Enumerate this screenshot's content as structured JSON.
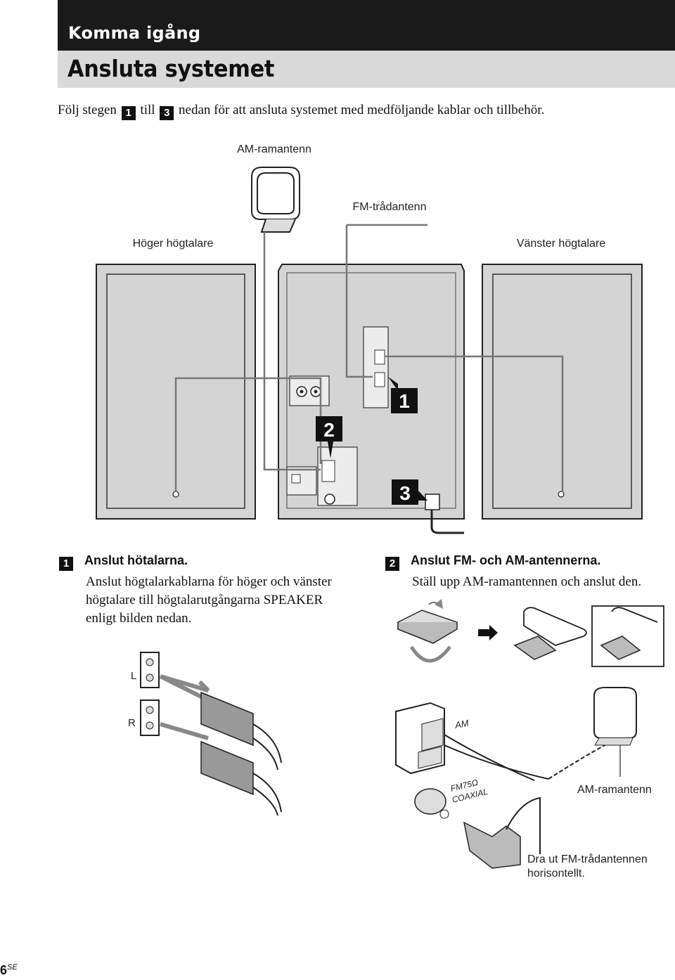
{
  "header": {
    "section": "Komma igång",
    "title": "Ansluta systemet"
  },
  "intro": {
    "before": "Följ stegen",
    "step_from": "1",
    "middle": "till",
    "step_to": "3",
    "after": "nedan för att ansluta systemet med medföljande kablar och tillbehör."
  },
  "diagram": {
    "am_antenna": "AM-ramantenn",
    "fm_antenna": "FM-trådantenn",
    "right_speaker": "Höger högtalare",
    "left_speaker": "Vänster högtalare",
    "callouts": [
      "1",
      "2",
      "3"
    ]
  },
  "step1": {
    "number": "1",
    "heading": "Anslut hötalarna.",
    "body": "Anslut högtalarkablarna för höger och vänster högtalare till högtalarutgångarna SPEAKER enligt bilden nedan.",
    "terminal_left": "L",
    "terminal_right": "R"
  },
  "step2": {
    "number": "2",
    "heading": "Anslut FM- och AM-antennerna.",
    "body": "Ställ upp AM-ramantennen och anslut den.",
    "jack_am": "AM",
    "jack_fm_1": "FM75Ω",
    "jack_fm_2": "COAXIAL",
    "am_label": "AM-ramantenn",
    "fm_label_1": "Dra ut FM-trådantennen",
    "fm_label_2": "horisontellt."
  },
  "footer": {
    "page": "6",
    "suffix": "SE"
  }
}
